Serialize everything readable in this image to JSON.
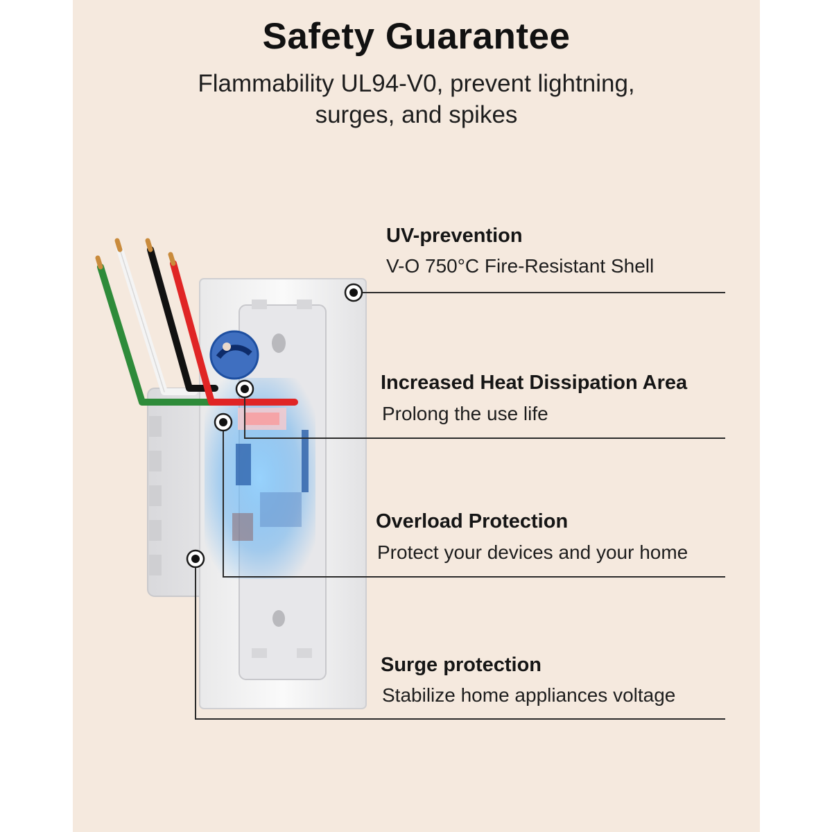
{
  "header": {
    "title": "Safety Guarantee",
    "subtitle_line1": "Flammability UL94-V0, prevent lightning,",
    "subtitle_line2": "surges, and spikes"
  },
  "features": [
    {
      "title": "UV-prevention",
      "description": "V-O 750°C Fire-Resistant Shell"
    },
    {
      "title": "Increased Heat Dissipation Area",
      "description": "Prolong the use life"
    },
    {
      "title": "Overload Protection",
      "description": "Protect your devices and your home"
    },
    {
      "title": "Surge protection",
      "description": "Stabilize home appliances voltage"
    }
  ],
  "colors": {
    "background": "#f5e9de",
    "wire_green": "#2e8b3a",
    "wire_white": "#f4f4f4",
    "wire_black": "#111111",
    "wire_red": "#e02525",
    "glow": "#5fb4ff"
  },
  "product_illustration": "smart-switch-with-wires-icon"
}
